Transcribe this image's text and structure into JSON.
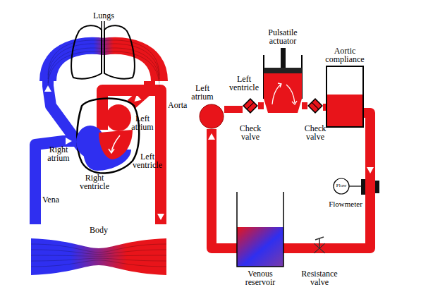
{
  "diagram": {
    "nodes": [
      {
        "text": [
          "Lungs"
        ]
      },
      {
        "text": [
          "Body"
        ]
      },
      {
        "text": [
          "Right atrium"
        ]
      },
      {
        "text": [
          "Right ventricle"
        ]
      },
      {
        "text": [
          "Left atrium"
        ]
      },
      {
        "text": [
          "Left ventricle"
        ]
      },
      {
        "text": [
          "Pulsatile actuator"
        ]
      },
      {
        "text": [
          "Left ventricle"
        ]
      },
      {
        "text": [
          "Aortic compliance"
        ]
      },
      {
        "text": [
          "Left atrium"
        ]
      },
      {
        "text": [
          "Check valve"
        ]
      },
      {
        "text": [
          "Check valve"
        ]
      },
      {
        "text": [
          "Flow",
          "Flowmeter"
        ]
      },
      {
        "text": [
          "Venous reservoir"
        ]
      },
      {
        "text": [
          "Resistance valve"
        ]
      }
    ],
    "edges": [
      {
        "from": 3,
        "to": 0,
        "arrow": "to"
      },
      {
        "from": 0,
        "to": 4,
        "arrow": "to"
      },
      {
        "from": 5,
        "to": 1,
        "arrow": "to"
      },
      {
        "from": 1,
        "to": 2,
        "arrow": "to"
      },
      {
        "from": 9,
        "to": 10,
        "arrow": "none"
      },
      {
        "from": 10,
        "to": 7,
        "arrow": "none"
      },
      {
        "from": 7,
        "to": 11,
        "arrow": "none"
      },
      {
        "from": 11,
        "to": 8,
        "arrow": "none"
      },
      {
        "from": 8,
        "to": 12,
        "arrow": "to"
      },
      {
        "from": 12,
        "to": 14,
        "arrow": "none"
      },
      {
        "from": 14,
        "to": 13,
        "arrow": "none"
      },
      {
        "from": 13,
        "to": 9,
        "arrow": "to"
      }
    ],
    "labels": [
      "Aorta",
      "Vena"
    ]
  }
}
